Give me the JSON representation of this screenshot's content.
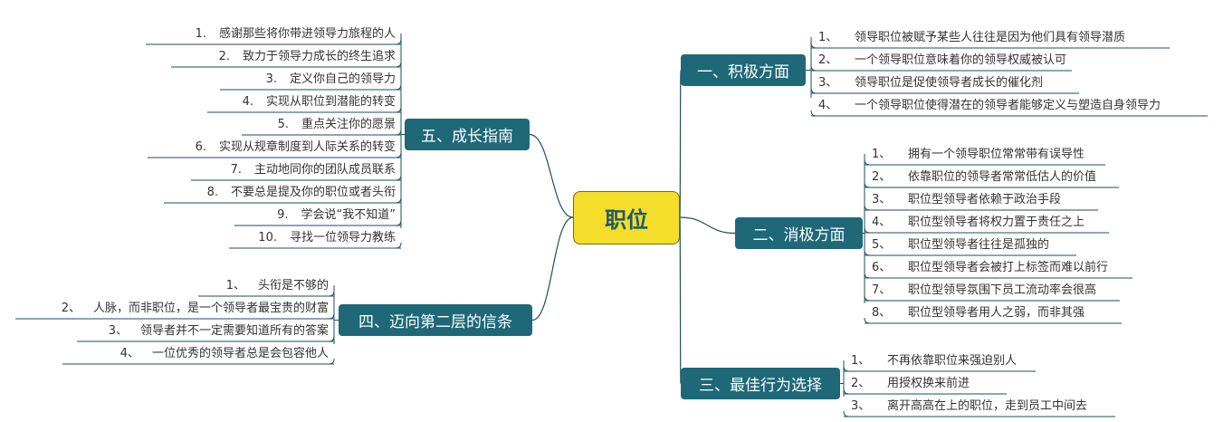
{
  "center": {
    "label": "职位"
  },
  "colors": {
    "branch_bg": "#1e6878",
    "center_bg": "#f5dd2b",
    "line": "#1e4f5a"
  },
  "branches": [
    {
      "key": "b1",
      "label": "一、积极方面",
      "items": [
        {
          "num": "1、",
          "text": "领导职位被赋予某些人往往是因为他们具有领导潜质"
        },
        {
          "num": "2、",
          "text": "一个领导职位意味着你的领导权威被认可"
        },
        {
          "num": "3、",
          "text": "领导职位是促使领导者成长的催化剂"
        },
        {
          "num": "4、",
          "text": "一个领导职位使得潜在的领导者能够定义与塑造自身领导力"
        }
      ]
    },
    {
      "key": "b2",
      "label": "二、消极方面",
      "items": [
        {
          "num": "1、",
          "text": "拥有一个领导职位常常带有误导性"
        },
        {
          "num": "2、",
          "text": "依靠职位的领导者常常低估人的价值"
        },
        {
          "num": "3、",
          "text": "职位型领导者依赖于政治手段"
        },
        {
          "num": "4、",
          "text": "职位型领导者将权力置于责任之上"
        },
        {
          "num": "5、",
          "text": "职位型领导者往往是孤独的"
        },
        {
          "num": "6、",
          "text": "职位型领导者会被打上标签而难以前行"
        },
        {
          "num": "7、",
          "text": "职位型领导氛围下员工流动率会很高"
        },
        {
          "num": "8、",
          "text": "职位型领导者用人之弱，而非其强"
        }
      ]
    },
    {
      "key": "b3",
      "label": "三、最佳行为选择",
      "items": [
        {
          "num": "1、",
          "text": "不再依靠职位来强迫别人"
        },
        {
          "num": "2、",
          "text": "用授权换来前进"
        },
        {
          "num": "3、",
          "text": "离开高高在上的职位，走到员工中间去"
        }
      ]
    },
    {
      "key": "b4",
      "label": "四、迈向第二层的信条",
      "items": [
        {
          "num": "1、",
          "text": "头衔是不够的"
        },
        {
          "num": "2、",
          "text": "人脉，而非职位，是一个领导者最宝贵的财富"
        },
        {
          "num": "3、",
          "text": "领导者并不一定需要知道所有的答案"
        },
        {
          "num": "4、",
          "text": "一位优秀的领导者总是会包容他人"
        }
      ]
    },
    {
      "key": "b5",
      "label": "五、成长指南",
      "items": [
        {
          "num": "1.",
          "text": "感谢那些将你带进领导力旅程的人"
        },
        {
          "num": "2.",
          "text": "致力于领导力成长的终生追求"
        },
        {
          "num": "3.",
          "text": "定义你自己的领导力"
        },
        {
          "num": "4.",
          "text": "实现从职位到潜能的转变"
        },
        {
          "num": "5.",
          "text": "重点关注你的愿景"
        },
        {
          "num": "6.",
          "text": "实现从规章制度到人际关系的转变"
        },
        {
          "num": "7.",
          "text": "主动地同你的团队成员联系"
        },
        {
          "num": "8.",
          "text": "不要总是提及你的职位或者头衔"
        },
        {
          "num": "9.",
          "text": "学会说“我不知道”"
        },
        {
          "num": "10.",
          "text": "寻找一位领导力教练"
        }
      ]
    }
  ]
}
